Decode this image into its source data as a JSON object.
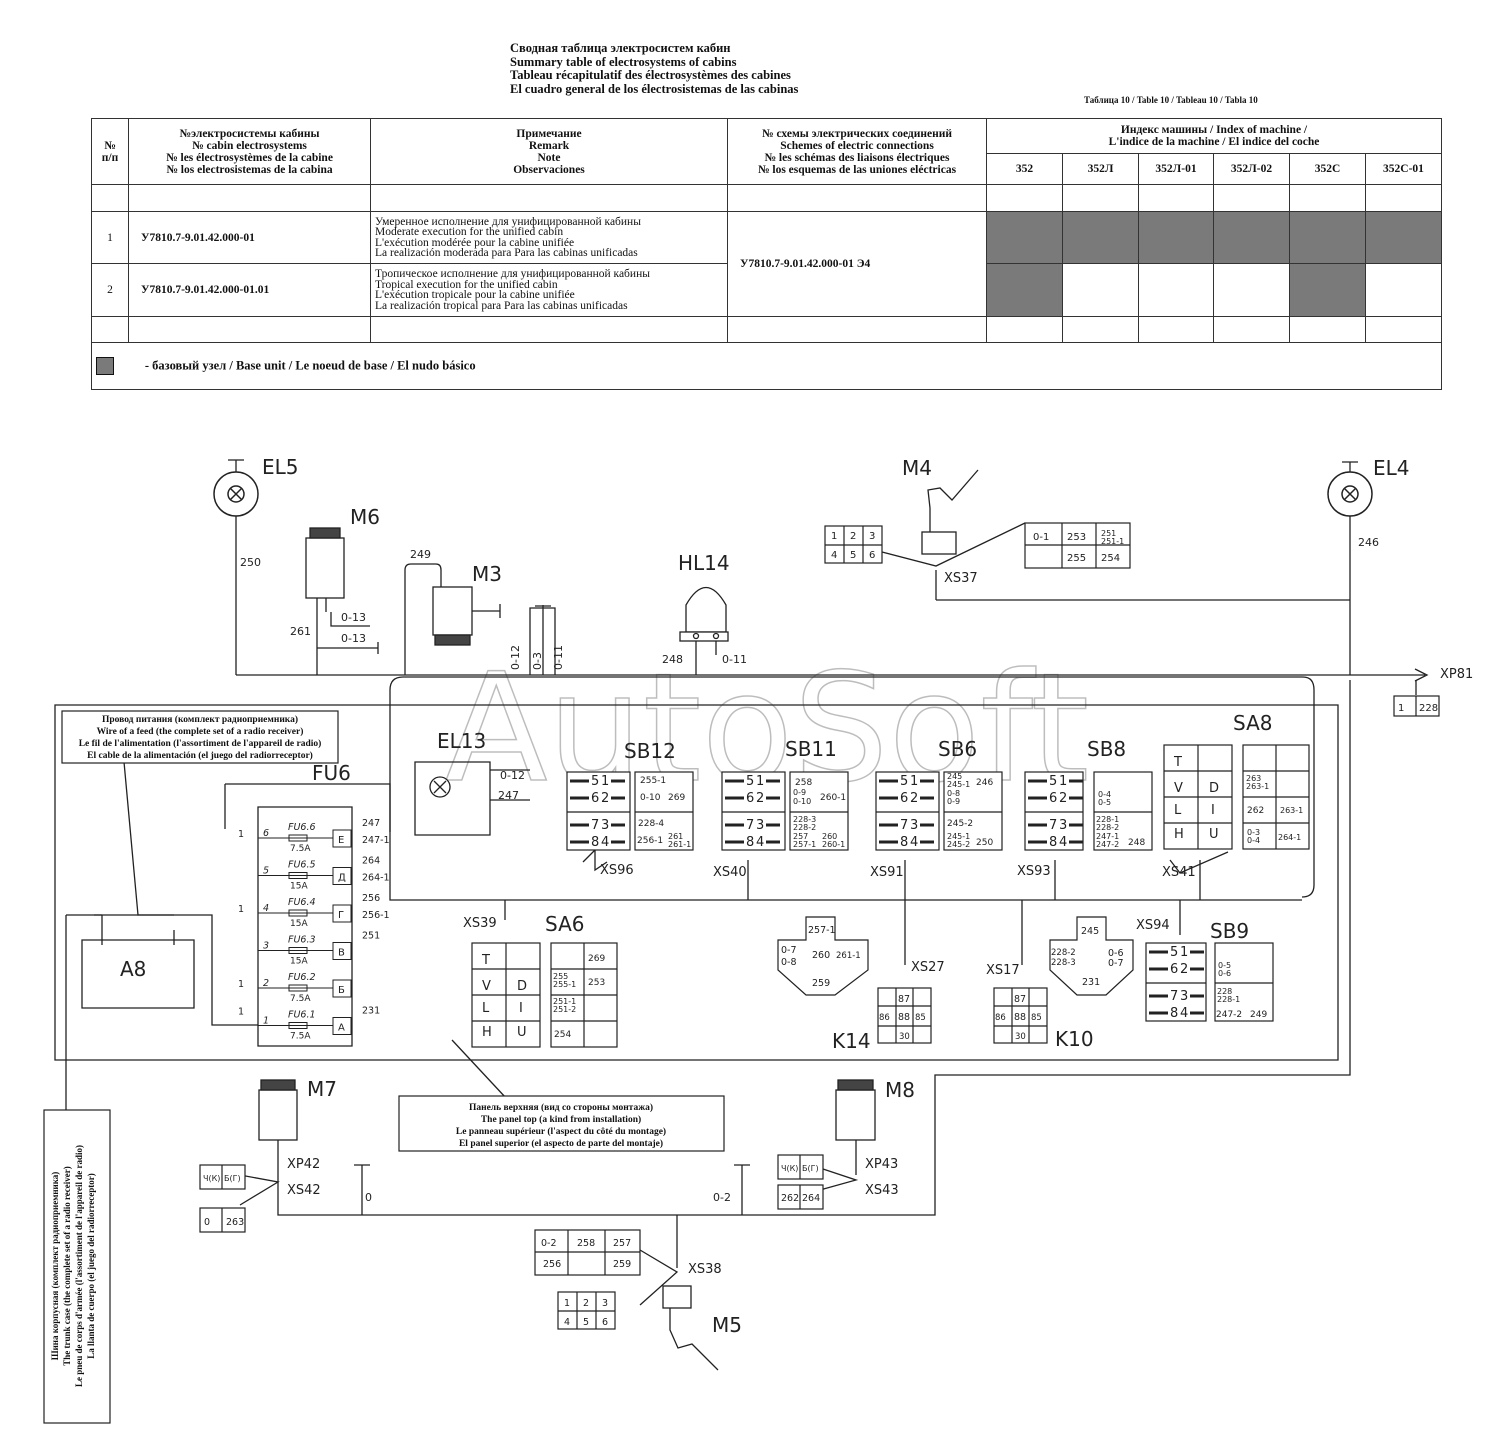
{
  "titles": [
    "Сводная таблица электросистем кабин",
    "Summary table of electrosystems of cabins",
    "Tableau récapitulatif des électrosystèmes des cabines",
    "El cuadro general de los électrosistemas de las cabinas"
  ],
  "table_ref": "Таблица 10 / Table 10 / Tableau 10 / Tabla 10",
  "table": {
    "h_num": [
      "№",
      "п/п"
    ],
    "h_sys": [
      "№электросистемы кабины",
      "№ cabin electrosystems",
      "№ les électrosystèmes de la cabine",
      "№ los electrosistemas de la cabina"
    ],
    "h_rem": [
      "Примечание",
      "Remark",
      "Note",
      "Observaciones"
    ],
    "h_scheme": [
      "№ схемы электрических соединений",
      "Schemes of electric connections",
      "№ les schémas des liaisons électriques",
      "№ los esquemas de las uniones eléctricas"
    ],
    "h_index": [
      "Индекс машины / Index of machine /",
      "L'indice de la machine / El indice del coche"
    ],
    "models": [
      "352",
      "352Л",
      "352Л-01",
      "352Л-02",
      "352С",
      "352С-01"
    ],
    "rows": [
      {
        "num": "1",
        "code": "У7810.7-9.01.42.000-01",
        "remark": [
          "Умеренное исполнение для унифицированной кабины",
          "Moderate execution for the unified cabin",
          "L'exécution modérée pour la cabine unifiée",
          "La realización moderada para Para las cabinas unificadas"
        ],
        "base": [
          true,
          true,
          true,
          true,
          true,
          true
        ]
      },
      {
        "num": "2",
        "code": "У7810.7-9.01.42.000-01.01",
        "remark": [
          "Тропическое исполнение для унифицированной кабины",
          "Tropical execution for the unified cabin",
          "L'exécution tropicale pour la cabine unifiée",
          "La realización tropical para Para las cabinas unificadas"
        ],
        "base": [
          true,
          false,
          false,
          false,
          true,
          false
        ]
      }
    ],
    "scheme": "У7810.7-9.01.42.000-01 Э4",
    "legend": "- базовый узел / Base unit / Le noeud de base / El nudo básico",
    "fill_color": "#7a7a7a"
  },
  "diagram": {
    "watermark": "AutoSoft",
    "components": {
      "EL5": "EL5",
      "EL4": "EL4",
      "M6": "M6",
      "M3": "M3",
      "M4": "M4",
      "HL14": "HL14",
      "EL13": "EL13",
      "FU6": "FU6",
      "A8": "A8",
      "SB12": "SB12",
      "SB11": "SB11",
      "SB6": "SB6",
      "SB8": "SB8",
      "SA8": "SA8",
      "SA6": "SA6",
      "SB9": "SB9",
      "K14": "K14",
      "K10": "K10",
      "M7": "M7",
      "M8": "M8",
      "M5": "M5"
    },
    "connectors": {
      "XS37": "XS37",
      "XP81": "XP81",
      "XS96": "XS96",
      "XS40": "XS40",
      "XS91": "XS91",
      "XS93": "XS93",
      "XS41": "XS41",
      "XS39": "XS39",
      "XS27": "XS27",
      "XS17": "XS17",
      "XS94": "XS94",
      "XP42": "XP42",
      "XS42": "XS42",
      "XP43": "XP43",
      "XS43": "XS43",
      "XS38": "XS38"
    },
    "wires": {
      "w250": "250",
      "w246": "246",
      "w249": "249",
      "w261": "261",
      "w013a": "0-13",
      "w013b": "0-13",
      "w012": "0-12",
      "w03": "0-3",
      "w011": "0-11",
      "w248": "248",
      "w011b": "0-11",
      "w012b": "0-12",
      "w247": "247",
      "w0": "0",
      "w02": "0-2"
    },
    "xp81_pins": [
      "1",
      "228"
    ],
    "fuses": [
      {
        "name": "FU6.6",
        "rating": "7.5A",
        "letter": "Е",
        "slot": "6",
        "wires": [
          "247",
          "247-1"
        ]
      },
      {
        "name": "FU6.5",
        "rating": "15A",
        "letter": "Д",
        "slot": "5",
        "wires": [
          "264",
          "264-1"
        ]
      },
      {
        "name": "FU6.4",
        "rating": "15A",
        "letter": "Г",
        "slot": "4",
        "wires": [
          "256",
          "256-1"
        ]
      },
      {
        "name": "FU6.3",
        "rating": "15A",
        "letter": "В",
        "slot": "3",
        "wires": [
          "251"
        ]
      },
      {
        "name": "FU6.2",
        "rating": "7.5A",
        "letter": "Б",
        "slot": "2",
        "wires": []
      },
      {
        "name": "FU6.1",
        "rating": "7.5A",
        "letter": "А",
        "slot": "1",
        "wires": [
          "231"
        ]
      }
    ],
    "fuse_feed": "1",
    "switch_pos": [
      "5",
      "1",
      "6",
      "2",
      "7",
      "3",
      "8",
      "4"
    ],
    "SB12_pins": [
      "255-1",
      "0-10",
      "269",
      "228-4",
      "256-1",
      "261",
      "261-1"
    ],
    "SB11_pins": [
      "258",
      "0-9",
      "0-10",
      "260-1",
      "228-3",
      "228-2",
      "257",
      "257-1",
      "260",
      "260-1"
    ],
    "SB6_pins": [
      "245",
      "245-1",
      "246",
      "0-8",
      "0-9",
      "245-2",
      "245-1",
      "245-2",
      "250"
    ],
    "SB8_pins": [
      "0-4",
      "0-5",
      "228-1",
      "228-2",
      "247-1",
      "247-2",
      "248"
    ],
    "SB9_pins": [
      "0-5",
      "0-6",
      "228",
      "228-1",
      "247-2",
      "249"
    ],
    "SA8_left": [
      "T",
      "V",
      "D",
      "L",
      "I",
      "H",
      "U"
    ],
    "SA8_pins": [
      "263",
      "263-1",
      "262",
      "263-1",
      "0-3",
      "0-4",
      "264-1"
    ],
    "SA6_pins": [
      "269",
      "255",
      "255-1",
      "253",
      "251-1",
      "251-2",
      "254"
    ],
    "XS37_left": [
      "1",
      "2",
      "3",
      "4",
      "5",
      "6"
    ],
    "XS37_right": [
      "0-1",
      "253",
      "251",
      "251-1",
      "255",
      "254"
    ],
    "K14_pins": [
      "257-1",
      "0-7",
      "0-8",
      "260",
      "261-1",
      "259"
    ],
    "K10_pins": [
      "245",
      "228-2",
      "228-3",
      "0-6",
      "0-7",
      "231"
    ],
    "relay_pins": [
      "87",
      "86",
      "88",
      "85",
      "30"
    ],
    "M7_pins": [
      "Ч(К)",
      "Б(Г)",
      "0",
      "263"
    ],
    "M8_pins": [
      "Ч(К)",
      "Б(Г)",
      "262",
      "264"
    ],
    "M5_pins": [
      "0-2",
      "258",
      "257",
      "256",
      "259",
      "1",
      "2",
      "3",
      "4",
      "5",
      "6"
    ],
    "note_radio": [
      "Провод питания (комплект радиоприемника)",
      "Wire of a feed (the complete set of a radio receiver)",
      "Le fil de l'alimentation (l'assortiment de l'appareil de radio)",
      "El cable de la alimentación (el juego del radiorreceptor)"
    ],
    "note_panel": [
      "Панель верхняя (вид со стороны монтажа)",
      "The panel top (a kind from installation)",
      "Le panneau supérieur (l'aspect du côté du montage)",
      "El panel superior (el aspecto de parte del montaje)"
    ],
    "note_ground": [
      "Шина корпусная (комплект радиоприемника)",
      "The trunk case (the complete set of a radio receiver)",
      "Le pneu de corps d'armée (l'assortiment de l'appareil de radio)",
      "La llanta de cuerpo (el juego del radiorreceptor)"
    ]
  }
}
